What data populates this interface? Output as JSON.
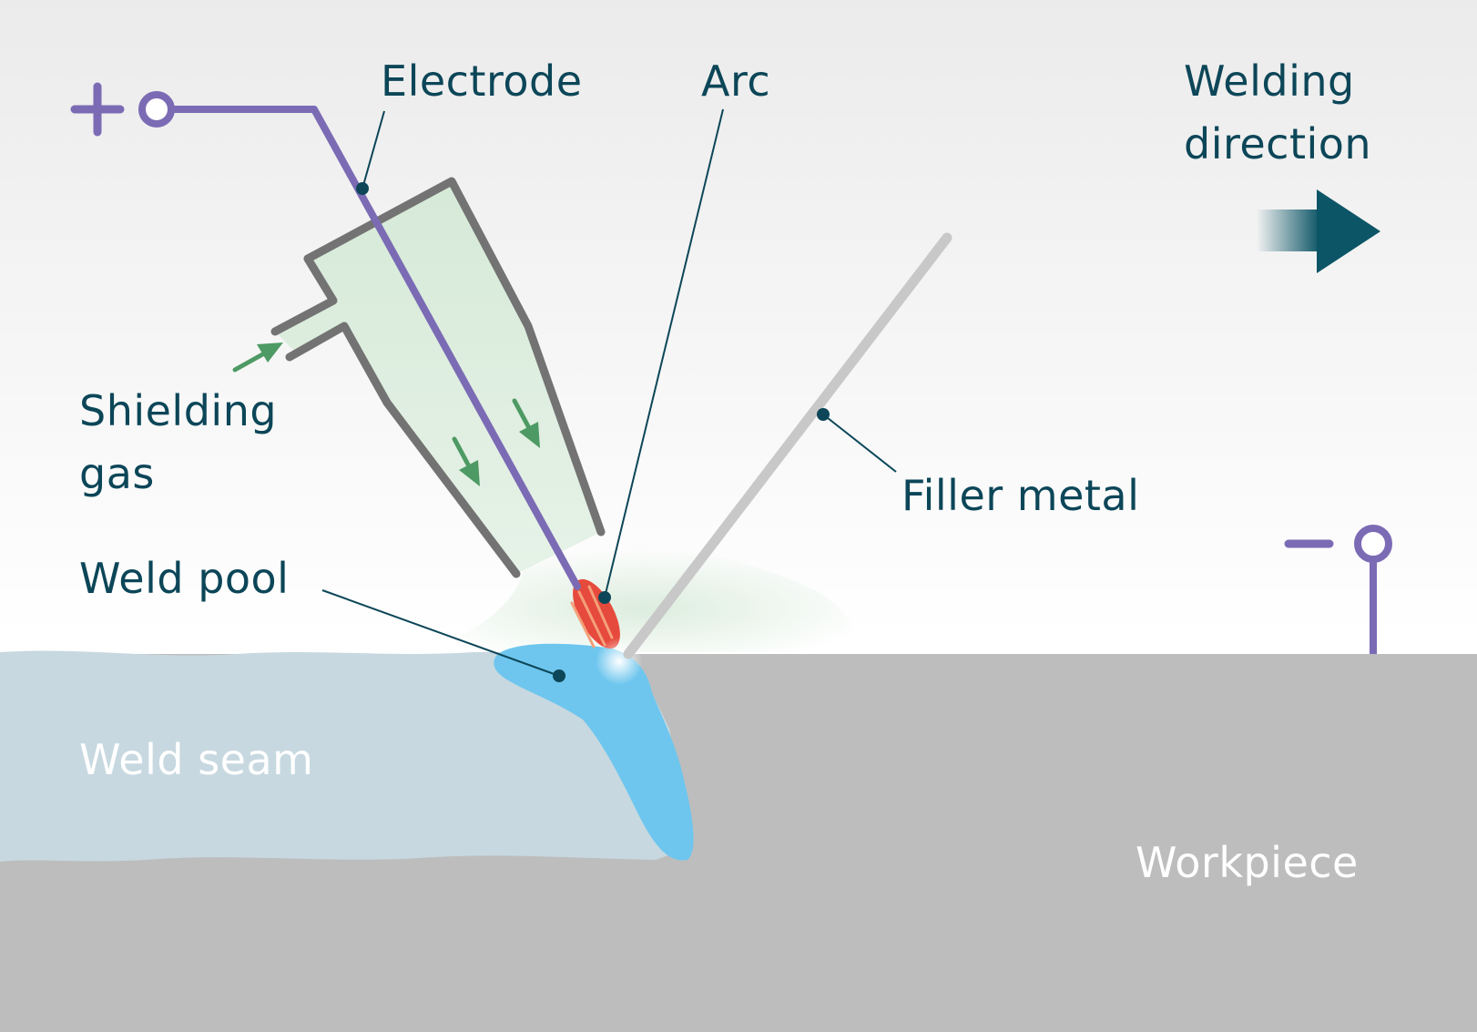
{
  "labels": {
    "electrode": "Electrode",
    "arc": "Arc",
    "welding_direction_line1": "Welding",
    "welding_direction_line2": "direction",
    "shielding_gas_line1": "Shielding",
    "shielding_gas_line2": "gas",
    "filler_metal": "Filler metal",
    "weld_pool": "Weld pool",
    "weld_seam": "Weld seam",
    "workpiece": "Workpiece"
  },
  "colors": {
    "background_top": "#ebebeb",
    "background_bottom": "#ffffff",
    "label_text": "#0c4658",
    "leader_line": "#0c4658",
    "electrode_wire": "#7b6bb4",
    "torch_outline": "#737373",
    "torch_gas_fill": "#d6ead8",
    "gas_arrow": "#4e9a64",
    "filler_rod": "#c8c8c8",
    "arc": "#e64a3c",
    "weld_pool": "#6ec6ee",
    "weld_seam": "#c7d8e0",
    "workpiece": "#bdbdbd",
    "direction_arrow": "#0c5566"
  },
  "icons": {
    "positive_terminal": "plus-icon",
    "negative_terminal": "minus-icon",
    "direction": "arrow-right-icon"
  }
}
